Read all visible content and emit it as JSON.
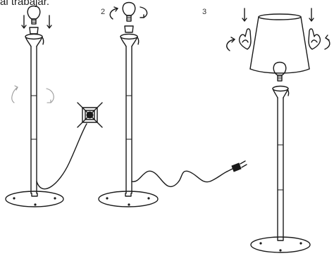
{
  "caption": "al trabajar.",
  "steps": [
    {
      "number": "2"
    },
    {
      "number": "3"
    }
  ],
  "icons": [
    "bulb-icon",
    "arrow-down-icon",
    "rotate-arrow-icon",
    "no-plug-icon",
    "plug-icon",
    "lampshade-icon",
    "hand-icon",
    "lamp-pole",
    "lamp-base"
  ]
}
